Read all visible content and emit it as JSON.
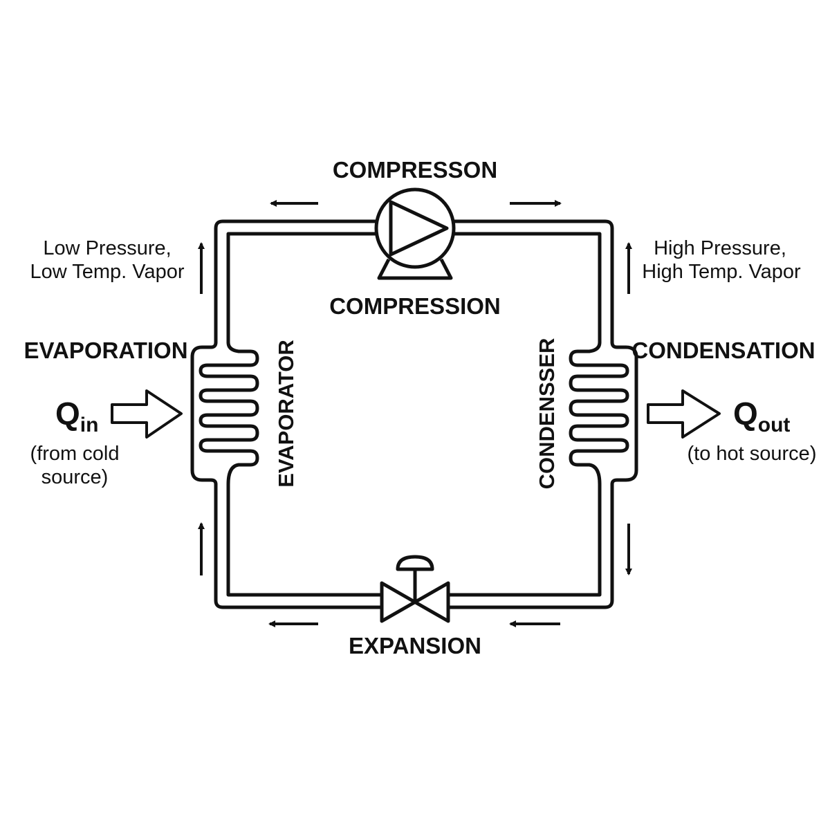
{
  "labels": {
    "compresson": "COMPRESSON",
    "compression": "COMPRESSION",
    "evaporation": "EVAPORATION",
    "condensation": "CONDENSATION",
    "expansion": "EXPANSION",
    "evaporator": "EVAPORATOR",
    "condenser": "CONDENSSER",
    "low_side": [
      "Low Pressure,",
      "Low Temp. Vapor"
    ],
    "high_side": [
      "High Pressure,",
      "High Temp. Vapor"
    ]
  },
  "heat_in": {
    "symbol": "Q",
    "subscript": "in",
    "note": [
      "(from cold",
      "source)"
    ]
  },
  "heat_out": {
    "symbol": "Q",
    "subscript": "out",
    "note": [
      "(to hot source)"
    ]
  },
  "colors": {
    "line": "#111111",
    "background": "#ffffff"
  }
}
